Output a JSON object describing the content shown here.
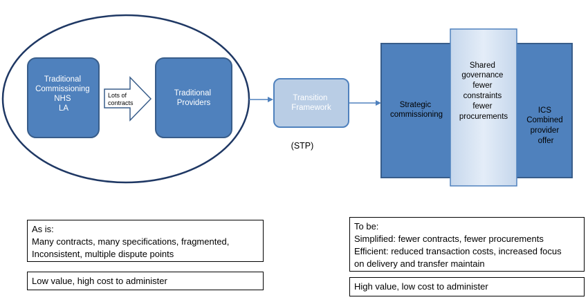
{
  "left_group": {
    "commissioning_box": [
      "Traditional",
      "Commissioning",
      "NHS",
      "LA"
    ],
    "arrow_label": [
      "Lots of",
      "contracts"
    ],
    "providers_box": [
      "Traditional",
      "Providers"
    ]
  },
  "transition": {
    "box": [
      "Transition",
      "Framework"
    ],
    "caption": "(STP)"
  },
  "right_group": {
    "strategic": [
      "Strategic",
      "commissioning"
    ],
    "shared": [
      "Shared",
      "governance",
      "fewer",
      "constraints",
      "fewer",
      "procurements"
    ],
    "ics": [
      "ICS",
      "Combined",
      "provider",
      "offer"
    ]
  },
  "as_is": {
    "title": "As is:",
    "line1": "Many contracts, many specifications, fragmented,",
    "line2": "Inconsistent, multiple dispute points",
    "value": "Low value, high cost to administer"
  },
  "to_be": {
    "title": "To be:",
    "line1": "Simplified: fewer contracts, fewer procurements",
    "line2": "Efficient: reduced transaction costs, increased focus",
    "line3": "on delivery and transfer maintain",
    "value": "High value, low cost to administer"
  },
  "colors": {
    "dark_blue": "#4f81bd",
    "dark_border": "#385d8a",
    "light_blue": "#b9cde5",
    "pale_blue": "#dbe6f3",
    "ellipse_stroke": "#1f3864"
  }
}
